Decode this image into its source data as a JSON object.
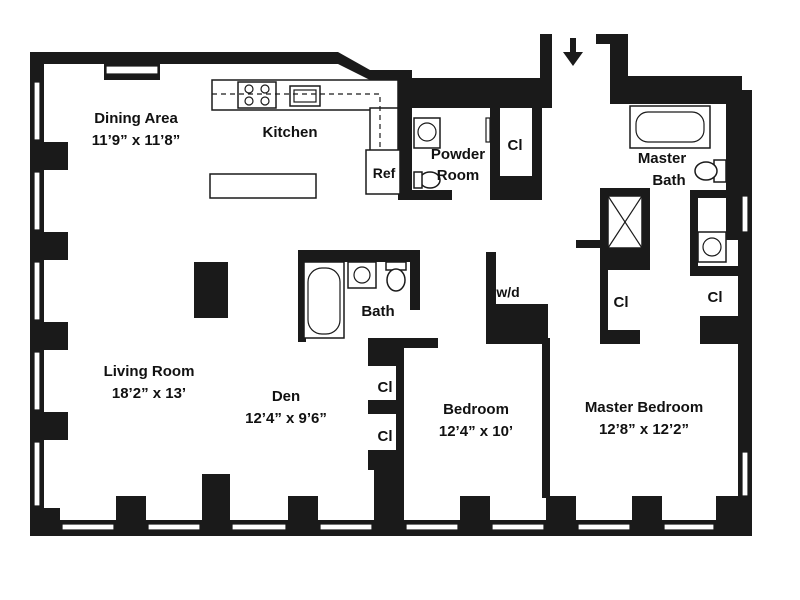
{
  "rooms": {
    "dining": {
      "name": "Dining Area",
      "dims": "11’9” x 11’8”"
    },
    "kitchen": {
      "name": "Kitchen"
    },
    "ref": {
      "name": "Ref"
    },
    "powder": {
      "name1": "Powder",
      "name2": "Room"
    },
    "cl_powder": {
      "name": "Cl"
    },
    "master_bath": {
      "name1": "Master",
      "name2": "Bath"
    },
    "bath": {
      "name": "Bath"
    },
    "wd": {
      "name": "w/d"
    },
    "cl_master_left": {
      "name": "Cl"
    },
    "cl_master_right": {
      "name": "Cl"
    },
    "living": {
      "name": "Living Room",
      "dims": "18’2” x 13’"
    },
    "den": {
      "name": "Den",
      "dims": "12’4” x 9’6”"
    },
    "cl_den_1": {
      "name": "Cl"
    },
    "cl_den_2": {
      "name": "Cl"
    },
    "bedroom": {
      "name": "Bedroom",
      "dims": "12’4” x 10’"
    },
    "master_bedroom": {
      "name": "Master Bedroom",
      "dims": "12’8” x 12’2”"
    }
  },
  "icons": {
    "entry": "entry-arrow-icon"
  }
}
